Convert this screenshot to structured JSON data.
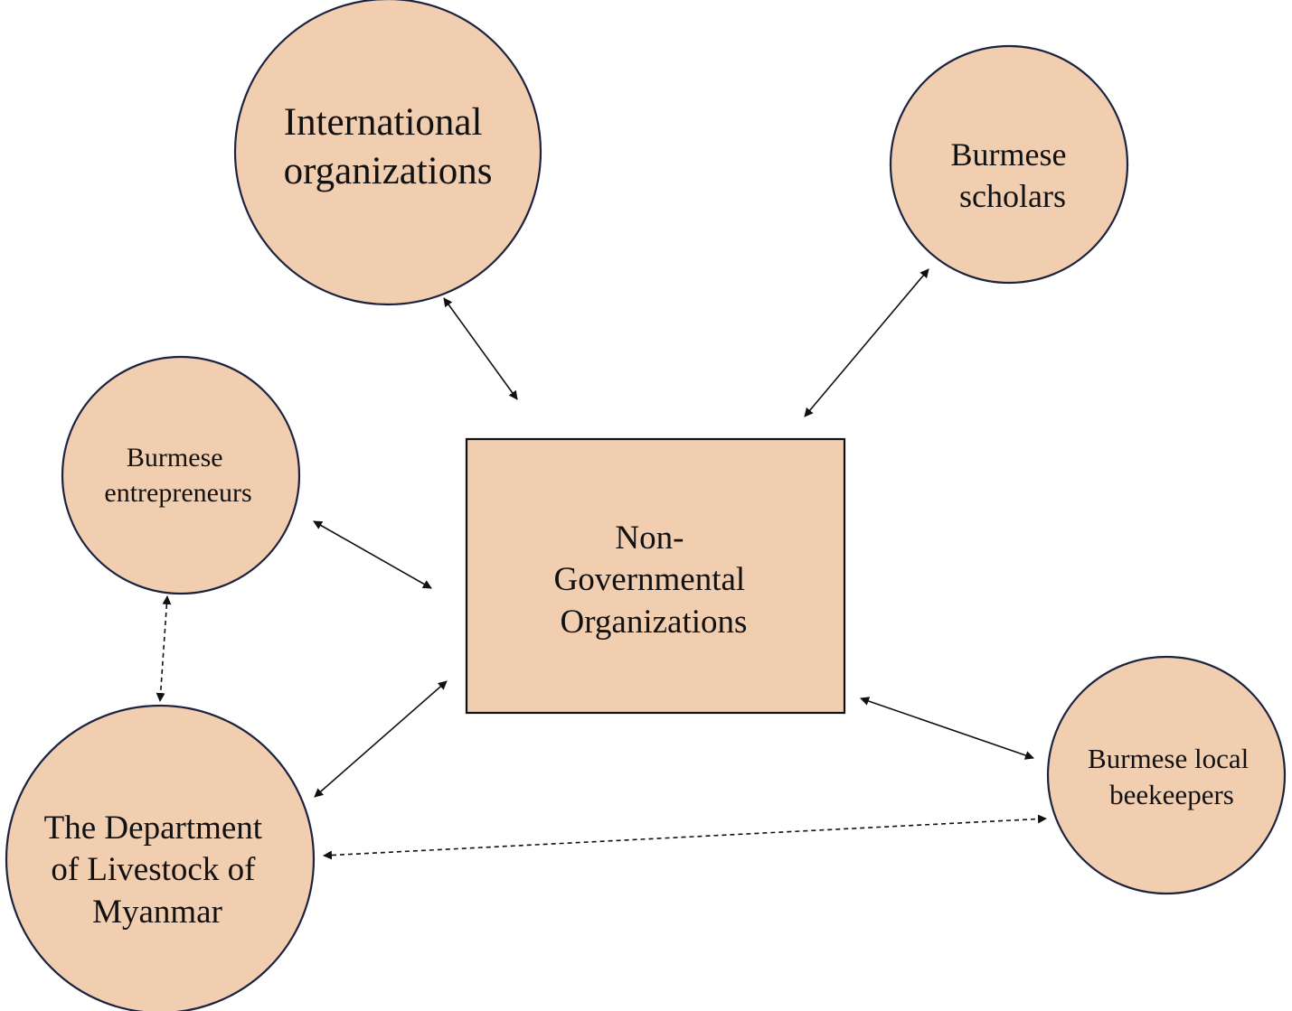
{
  "nodes": {
    "international": {
      "lines": [
        "International",
        "organizations"
      ]
    },
    "scholars": {
      "lines": [
        "Burmese",
        "scholars"
      ]
    },
    "entrepreneurs": {
      "lines": [
        "Burmese",
        "entrepreneurs"
      ]
    },
    "ngo": {
      "lines": [
        "Non-",
        "Governmental",
        "Organizations"
      ]
    },
    "livestock": {
      "lines": [
        "The Department",
        "of Livestock of",
        "Myanmar"
      ]
    },
    "beekeepers": {
      "lines": [
        "Burmese local",
        "beekeepers"
      ]
    }
  },
  "edges": [
    {
      "from": "international",
      "to": "ngo",
      "style": "solid",
      "direction": "both"
    },
    {
      "from": "scholars",
      "to": "ngo",
      "style": "solid",
      "direction": "both"
    },
    {
      "from": "entrepreneurs",
      "to": "ngo",
      "style": "solid",
      "direction": "both"
    },
    {
      "from": "livestock",
      "to": "ngo",
      "style": "solid",
      "direction": "both"
    },
    {
      "from": "beekeepers",
      "to": "ngo",
      "style": "solid",
      "direction": "both"
    },
    {
      "from": "entrepreneurs",
      "to": "livestock",
      "style": "dashed",
      "direction": "both"
    },
    {
      "from": "livestock",
      "to": "beekeepers",
      "style": "dashed",
      "direction": "both"
    }
  ],
  "colors": {
    "node_fill": "#f2ceb0",
    "node_stroke": "#1c2340",
    "edge": "#111111"
  }
}
